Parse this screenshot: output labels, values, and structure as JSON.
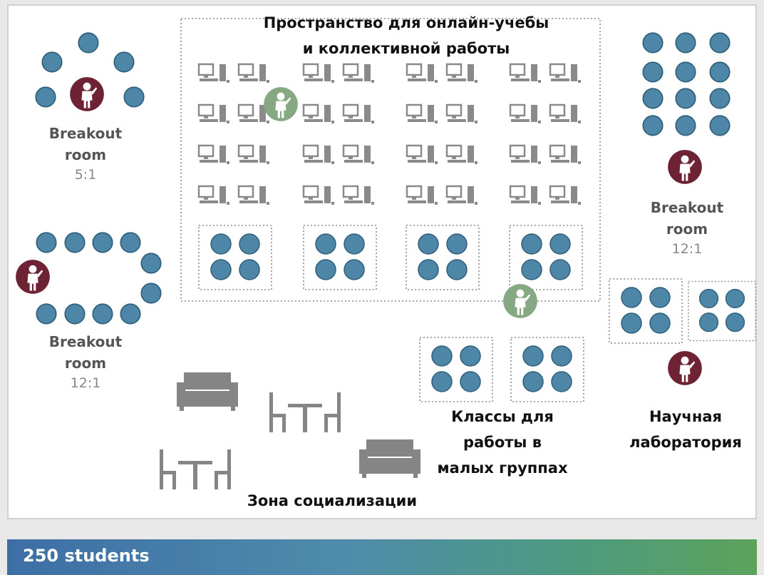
{
  "breakout_rooms": {
    "top_left": {
      "name_line1": "Breakout",
      "name_line2": "room",
      "ratio": "5:1"
    },
    "mid_left": {
      "name_line1": "Breakout",
      "name_line2": "room",
      "ratio": "12:1"
    },
    "right": {
      "name_line1": "Breakout",
      "name_line2": "room",
      "ratio": "12:1"
    }
  },
  "zones": {
    "online_space": {
      "line1": "Пространство для онлайн-учебы",
      "line2": "и коллективной работы"
    },
    "small_groups": {
      "line1": "Классы для",
      "line2": "работы в",
      "line3": "малых группах"
    },
    "science_lab": {
      "line1": "Научная",
      "line2": "лаборатория"
    },
    "social_zone": {
      "line1": "Зона социализации"
    }
  },
  "footer": {
    "label": "250 students"
  },
  "colors": {
    "seat": "#4d86a6",
    "teacher": "#6d2333",
    "assistant": "#86a883",
    "furniture": "#858585",
    "computer": "#8a8a8a"
  }
}
